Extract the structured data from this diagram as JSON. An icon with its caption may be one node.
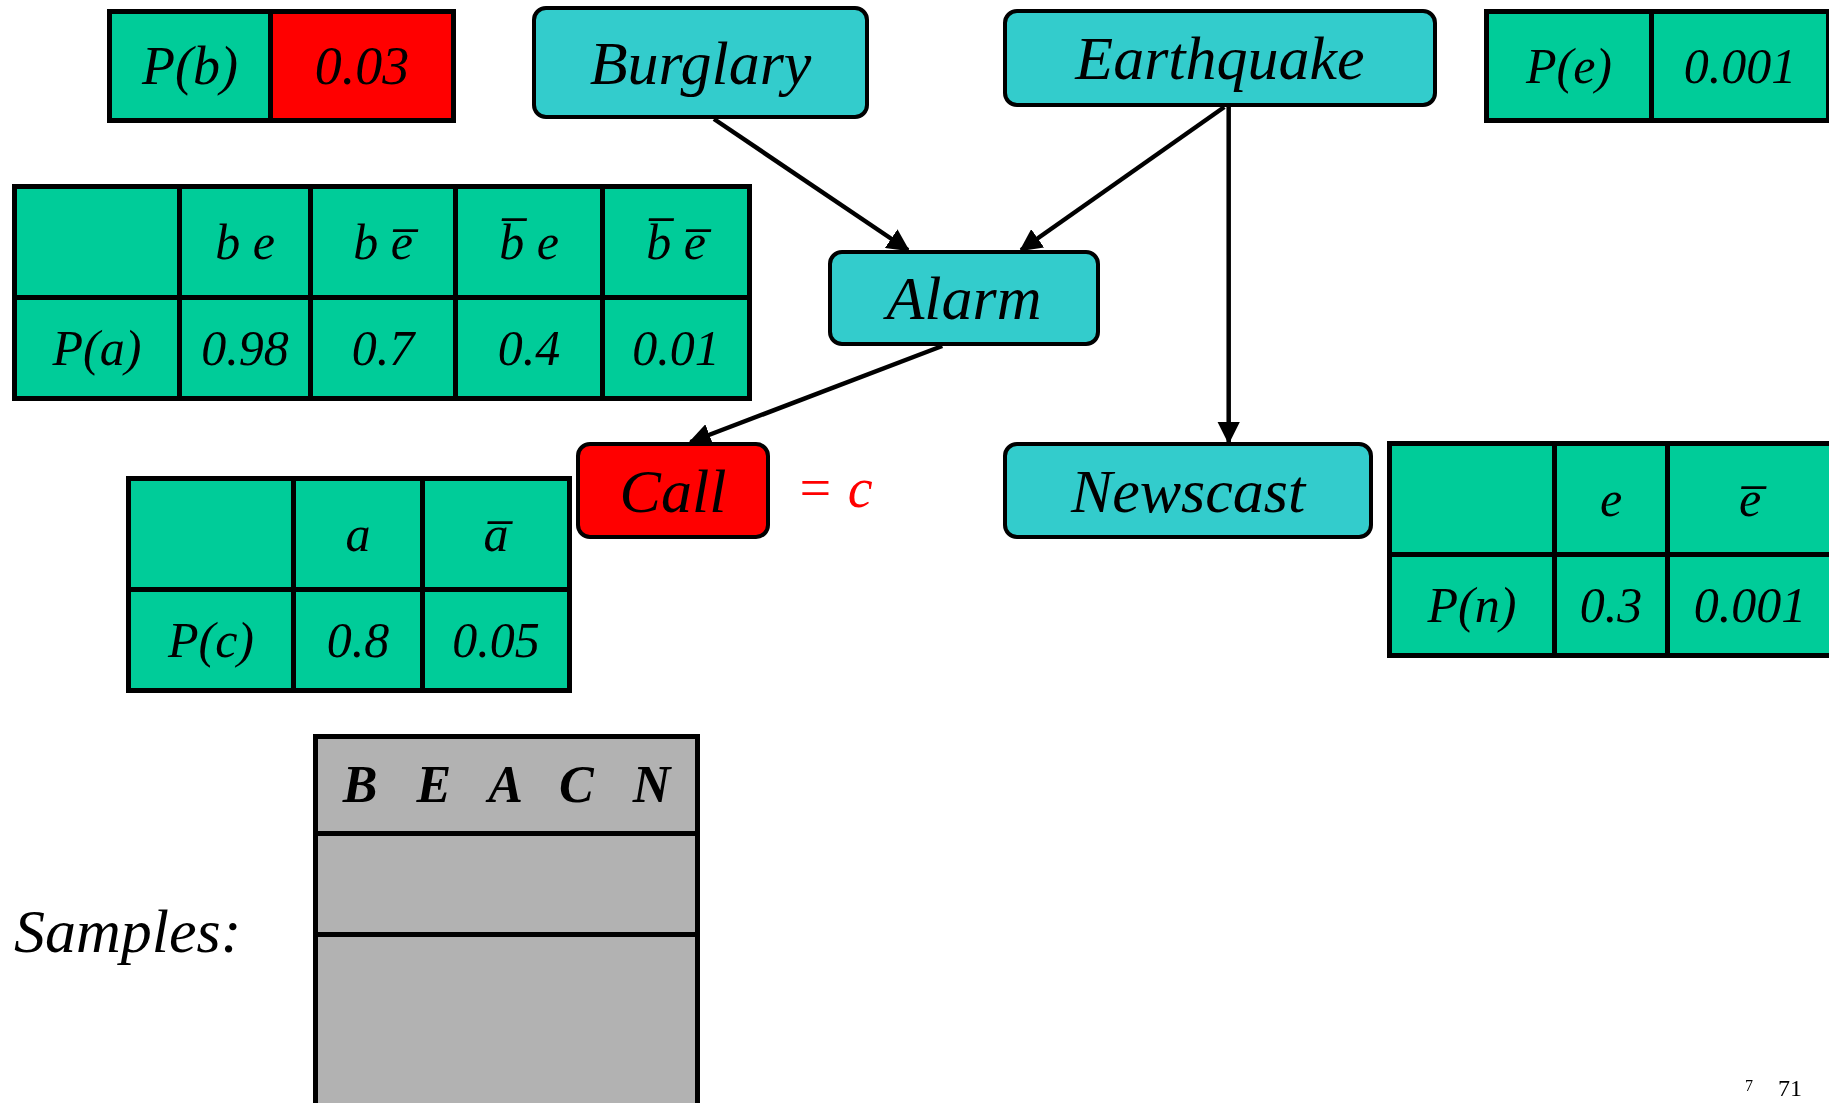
{
  "diagram": {
    "nodes": [
      {
        "text": [
          "Burglary"
        ]
      },
      {
        "text": [
          "Earthquake"
        ]
      },
      {
        "text": [
          "Alarm"
        ]
      },
      {
        "text": [
          "Call"
        ],
        "beside": [
          "= c"
        ]
      },
      {
        "text": [
          "Newscast"
        ]
      }
    ],
    "edges": [
      {
        "from": 0,
        "to": 2,
        "arrow": "to"
      },
      {
        "from": 1,
        "to": 2,
        "arrow": "to"
      },
      {
        "from": 1,
        "to": 4,
        "arrow": "to"
      },
      {
        "from": 2,
        "to": 3,
        "arrow": "to"
      }
    ],
    "labels": [
      "P(b)",
      "0.03",
      "P(e)",
      "0.001",
      "b e",
      "b e̅",
      "b̅ e",
      "b̅ e̅",
      "P(a)",
      "0.98",
      "0.7",
      "0.4",
      "0.01",
      "a",
      "a̅",
      "P(c)",
      "0.8",
      "0.05",
      "e",
      "e̅",
      "P(n)",
      "0.3",
      "0.001",
      "Samples:",
      "B E A C N",
      "7",
      "71"
    ]
  }
}
